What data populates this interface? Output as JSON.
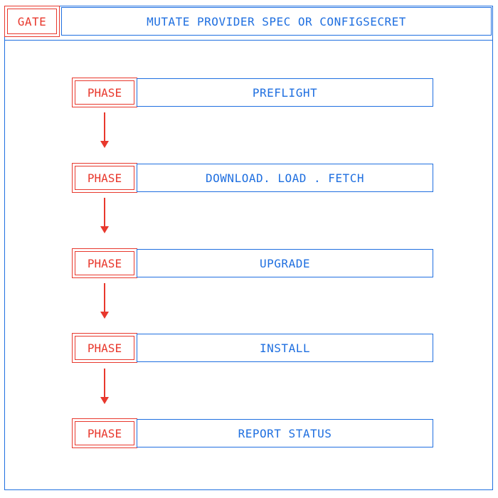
{
  "gate": {
    "tag": "GATE",
    "title": "MUTATE PROVIDER SPEC OR CONFIGSECRET"
  },
  "phases": [
    {
      "tag": "PHASE",
      "name": "PREFLIGHT"
    },
    {
      "tag": "PHASE",
      "name": "DOWNLOAD. LOAD . FETCH"
    },
    {
      "tag": "PHASE",
      "name": "UPGRADE"
    },
    {
      "tag": "PHASE",
      "name": "INSTALL"
    },
    {
      "tag": "PHASE",
      "name": "REPORT STATUS"
    }
  ],
  "colors": {
    "accent_red": "#e8382d",
    "accent_blue": "#1f6fe0"
  }
}
